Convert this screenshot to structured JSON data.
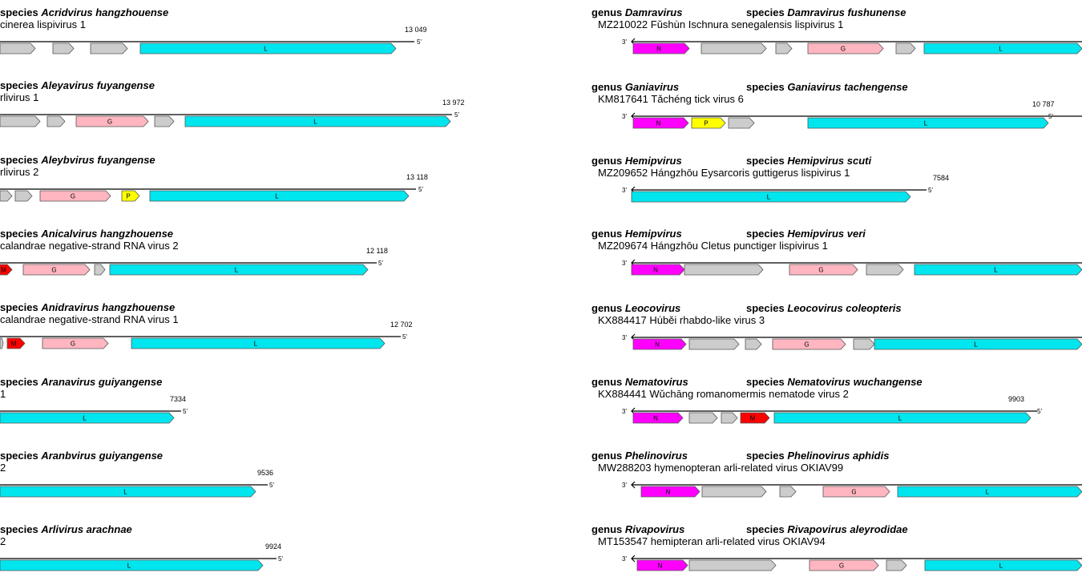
{
  "entries": [
    {
      "genus": "",
      "species": "Acridvirus hangzhouense",
      "subtitle": "cinerea lispivirus 1",
      "length": "13 049",
      "genes": [
        {
          "label": ""
        },
        {
          "label": ""
        },
        {
          "label": ""
        },
        {
          "label": "L"
        }
      ]
    },
    {
      "genus": "",
      "species": "Aleyavirus fuyangense",
      "subtitle": "rlivirus 1",
      "length": "13 972",
      "genes": [
        {
          "label": ""
        },
        {
          "label": ""
        },
        {
          "label": "G"
        },
        {
          "label": ""
        },
        {
          "label": "L"
        }
      ]
    },
    {
      "genus": "",
      "species": "Aleybvirus fuyangense",
      "subtitle": "rlivirus 2",
      "length": "13 118",
      "genes": [
        {
          "label": ""
        },
        {
          "label": ""
        },
        {
          "label": "G"
        },
        {
          "label": "P"
        },
        {
          "label": "L"
        }
      ]
    },
    {
      "genus": "",
      "species": "Anicalvirus hangzhouense",
      "subtitle": "calandrae negative-strand RNA virus 2",
      "length": "12 118",
      "genes": [
        {
          "label": "M"
        },
        {
          "label": "G"
        },
        {
          "label": ""
        },
        {
          "label": "L"
        }
      ]
    },
    {
      "genus": "",
      "species": "Anidravirus hangzhouense",
      "subtitle": "calandrae negative-strand RNA virus 1",
      "length": "12 702",
      "genes": [
        {
          "label": ""
        },
        {
          "label": "M"
        },
        {
          "label": "G"
        },
        {
          "label": "L"
        }
      ]
    },
    {
      "genus": "",
      "species": "Aranavirus guiyangense",
      "subtitle": "1",
      "length": "7334",
      "genes": [
        {
          "label": "L"
        }
      ]
    },
    {
      "genus": "",
      "species": "Aranbvirus guiyangense",
      "subtitle": "2",
      "length": "9536",
      "genes": [
        {
          "label": "L"
        }
      ]
    },
    {
      "genus": "",
      "species": "Arlivirus arachnae",
      "subtitle": "2",
      "length": "9924",
      "genes": [
        {
          "label": "L"
        }
      ]
    },
    {
      "genus": "Damravirus",
      "species": "Damravirus fushunense",
      "subtitle": "MZ210022 Fǔshùn Ischnura senegalensis lispivirus 1",
      "length": "",
      "genes": [
        {
          "label": "N"
        },
        {
          "label": ""
        },
        {
          "label": ""
        },
        {
          "label": "G"
        },
        {
          "label": ""
        },
        {
          "label": "L"
        }
      ]
    },
    {
      "genus": "Ganiavirus",
      "species": "Ganiavirus tachengense",
      "subtitle": "KM817641 Tǎchéng tick virus 6",
      "length": "10 787",
      "genes": [
        {
          "label": "N"
        },
        {
          "label": "P"
        },
        {
          "label": ""
        },
        {
          "label": "L"
        }
      ]
    },
    {
      "genus": "Hemipvirus",
      "species": "Hemipvirus scuti",
      "subtitle": "MZ209652 Hángzhōu Eysarcoris guttigerus lispivirus 1",
      "length": "7584",
      "genes": [
        {
          "label": "L"
        }
      ]
    },
    {
      "genus": "Hemipvirus",
      "species": "Hemipvirus veri",
      "subtitle": "MZ209674 Hángzhōu Cletus punctiger lispivirus 1",
      "length": "",
      "genes": [
        {
          "label": "N"
        },
        {
          "label": ""
        },
        {
          "label": "G"
        },
        {
          "label": ""
        },
        {
          "label": "L"
        }
      ]
    },
    {
      "genus": "Leocovirus",
      "species": "Leocovirus coleopteris",
      "subtitle": "KX884417 Húběi rhabdo-like virus 3",
      "length": "",
      "genes": [
        {
          "label": "N"
        },
        {
          "label": ""
        },
        {
          "label": ""
        },
        {
          "label": "G"
        },
        {
          "label": ""
        },
        {
          "label": "L"
        }
      ]
    },
    {
      "genus": "Nematovirus",
      "species": "Nematovirus wuchangense",
      "subtitle": "KX884441 Wǔchāng  romanomermis nematode virus 2",
      "length": "9903",
      "genes": [
        {
          "label": "N"
        },
        {
          "label": ""
        },
        {
          "label": ""
        },
        {
          "label": "M"
        },
        {
          "label": "L"
        }
      ]
    },
    {
      "genus": "Phelinovirus",
      "species": "Phelinovirus aphidis",
      "subtitle": "MW288203 hymenopteran arli-related virus OKIAV99",
      "length": "",
      "genes": [
        {
          "label": "N"
        },
        {
          "label": ""
        },
        {
          "label": ""
        },
        {
          "label": "G"
        },
        {
          "label": "L"
        }
      ]
    },
    {
      "genus": "Rivapovirus",
      "species": "Rivapovirus aleyrodidae",
      "subtitle": "MT153547 hemipteran arli-related virus OKIAV94",
      "length": "",
      "genes": [
        {
          "label": "N"
        },
        {
          "label": ""
        },
        {
          "label": "G"
        },
        {
          "label": ""
        },
        {
          "label": "L"
        }
      ]
    }
  ],
  "labels": {
    "genus_word": "genus",
    "species_word": "species",
    "end3": "3'",
    "end5": "5'"
  },
  "colors": {
    "N": "#ff00ff",
    "P": "#ffff00",
    "M": "#ff0000",
    "G": "#ffb6c1",
    "L": "#00e5ee",
    "other": "#cccccc"
  }
}
